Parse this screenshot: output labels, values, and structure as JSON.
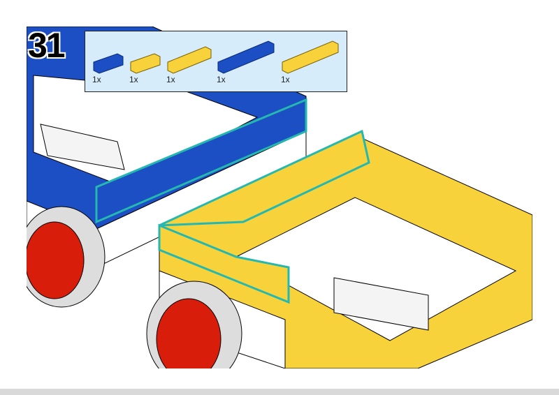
{
  "step_number": "31",
  "parts": [
    {
      "color": "blue",
      "hex": "#1c4fc4",
      "studs": 4,
      "qty": "1x"
    },
    {
      "color": "yellow",
      "hex": "#f7d23a",
      "studs": 4,
      "qty": "1x"
    },
    {
      "color": "yellow",
      "hex": "#f7d23a",
      "studs": 6,
      "qty": "1x"
    },
    {
      "color": "blue",
      "hex": "#1c4fc4",
      "studs": 8,
      "qty": "1x"
    },
    {
      "color": "yellow",
      "hex": "#f7d23a",
      "studs": 8,
      "qty": "1x"
    }
  ],
  "colors": {
    "highlight": "#25b8b0",
    "wheel": "#d81e0a",
    "panel": "#d6ecfb"
  }
}
